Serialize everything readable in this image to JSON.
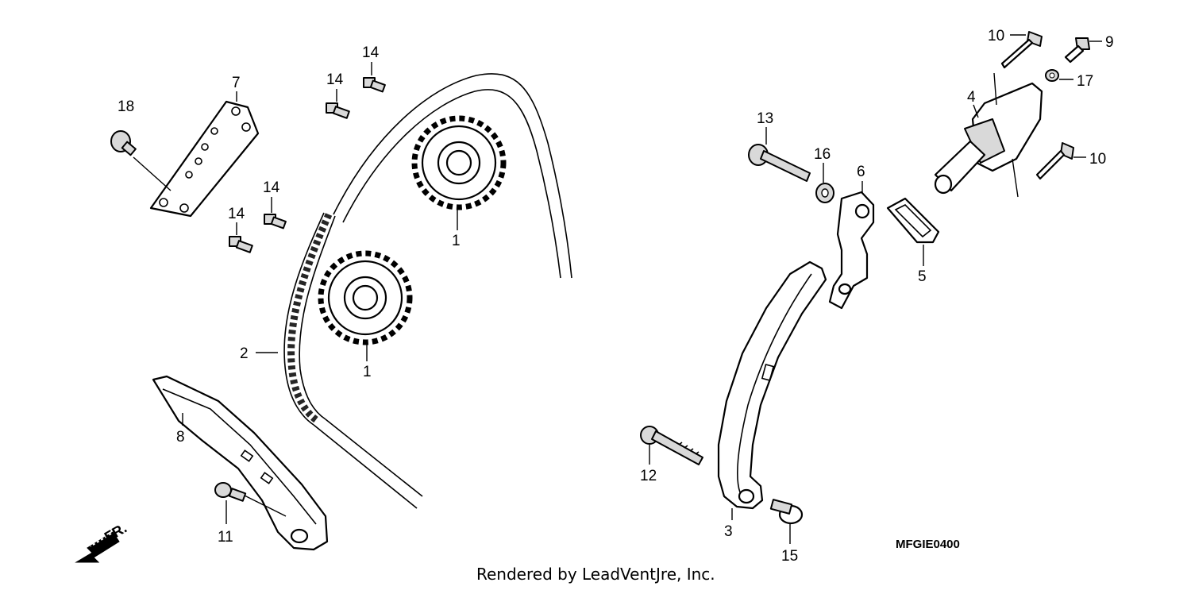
{
  "diagram": {
    "part_code": "MFGIE0400",
    "footer": "Rendered by LeadVentJre, Inc.",
    "direction_label": "FR.",
    "callouts": [
      "1",
      "1",
      "2",
      "3",
      "4",
      "5",
      "6",
      "7",
      "8",
      "9",
      "10",
      "10",
      "11",
      "12",
      "13",
      "14",
      "14",
      "14",
      "14",
      "15",
      "16",
      "17",
      "18"
    ]
  }
}
